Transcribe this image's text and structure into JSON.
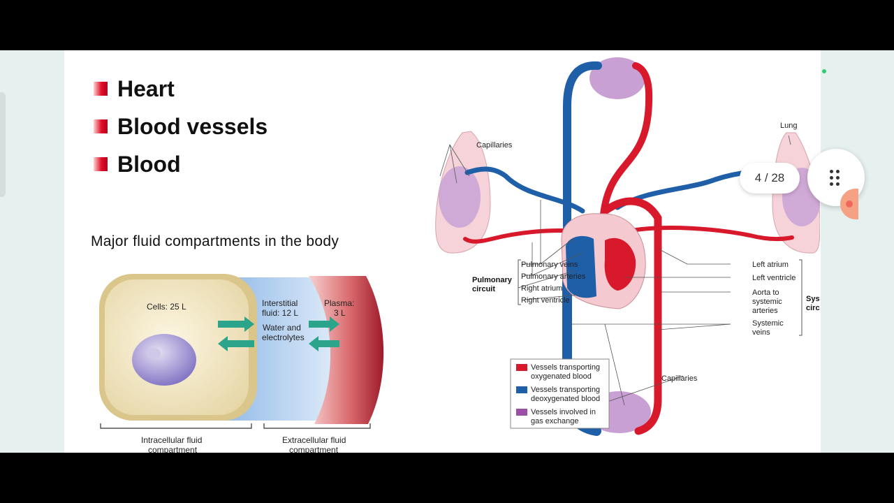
{
  "bullets": [
    "Heart",
    "Blood vessels",
    "Blood"
  ],
  "fluid": {
    "title": "Major fluid compartments in the body",
    "cells": "Cells: 25 L",
    "interstitial_1": "Interstitial",
    "interstitial_2": "fluid: 12 L",
    "plasma_1": "Plasma:",
    "plasma_2": "3 L",
    "water_1": "Water and",
    "water_2": "electrolytes",
    "intracellular_1": "Intracellular fluid",
    "intracellular_2": "compartment",
    "extracellular_1": "Extracellular fluid",
    "extracellular_2": "compartment"
  },
  "circulation": {
    "capillaries_top": "Capillaries",
    "lung": "Lung",
    "pulmonary_veins": "Pulmonary veins",
    "pulmonary_arteries": "Pulmonary arteries",
    "right_atrium": "Right atrium",
    "right_ventricle": "Right ventricle",
    "pulmonary_circuit_1": "Pulmonary",
    "pulmonary_circuit_2": "circuit",
    "left_atrium": "Left atrium",
    "left_ventricle": "Left ventricle",
    "aorta_1": "Aorta to",
    "aorta_2": "systemic",
    "aorta_3": "arteries",
    "systemic_veins_1": "Systemic",
    "systemic_veins_2": "veins",
    "systemic_circuit_1": "Systemic",
    "systemic_circuit_2": "circuit",
    "capillaries_bottom": "Capillaries",
    "legend": [
      {
        "line1": "Vessels transporting",
        "line2": "oxygenated blood",
        "color": "#d7192b"
      },
      {
        "line1": "Vessels transporting",
        "line2": "deoxygenated blood",
        "color": "#1f5fa8"
      },
      {
        "line1": "Vessels involved in",
        "line2": "gas exchange",
        "color": "#9b4fa6"
      }
    ]
  },
  "viewer": {
    "page_indicator": "4 / 28",
    "grid_icon": "grid-dots-icon"
  },
  "colors": {
    "oxygenated": "#d7192b",
    "deoxygenated": "#1f5fa8",
    "gas_exchange": "#9b4fa6"
  }
}
